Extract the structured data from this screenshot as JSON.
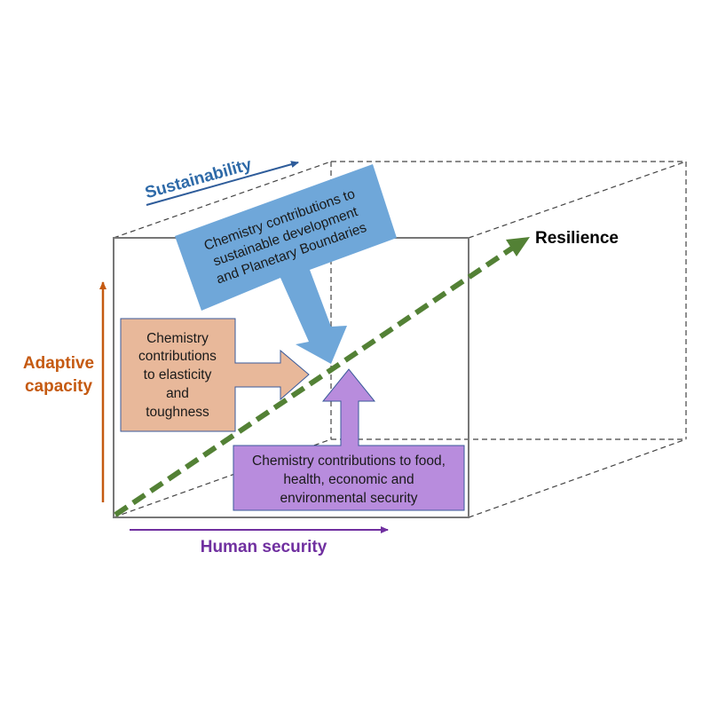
{
  "diagram": {
    "type": "3d-resilience-cube",
    "axes": {
      "sustainability": {
        "label": "Sustainability",
        "color": "#2e6aa8"
      },
      "adaptive_capacity": {
        "label_lines": [
          "Adaptive",
          "capacity"
        ],
        "color": "#c55a11"
      },
      "human_security": {
        "label": "Human security",
        "color": "#7030a0"
      },
      "resilience": {
        "label": "Resilience",
        "color": "#000000",
        "arrow_color": "#538135"
      }
    },
    "boxes": {
      "sustainable": {
        "lines": [
          "Chemistry contributions to",
          "sustainable development",
          "and Planetary Boundaries"
        ],
        "fill": "#6fa7d9"
      },
      "elasticity": {
        "lines": [
          "Chemistry",
          "contributions",
          "to elasticity",
          "and",
          "toughness"
        ],
        "fill": "#e8b89a"
      },
      "security": {
        "lines": [
          "Chemistry contributions to food,",
          "health, economic and",
          "environmental security"
        ],
        "fill": "#b88cdd"
      }
    }
  }
}
